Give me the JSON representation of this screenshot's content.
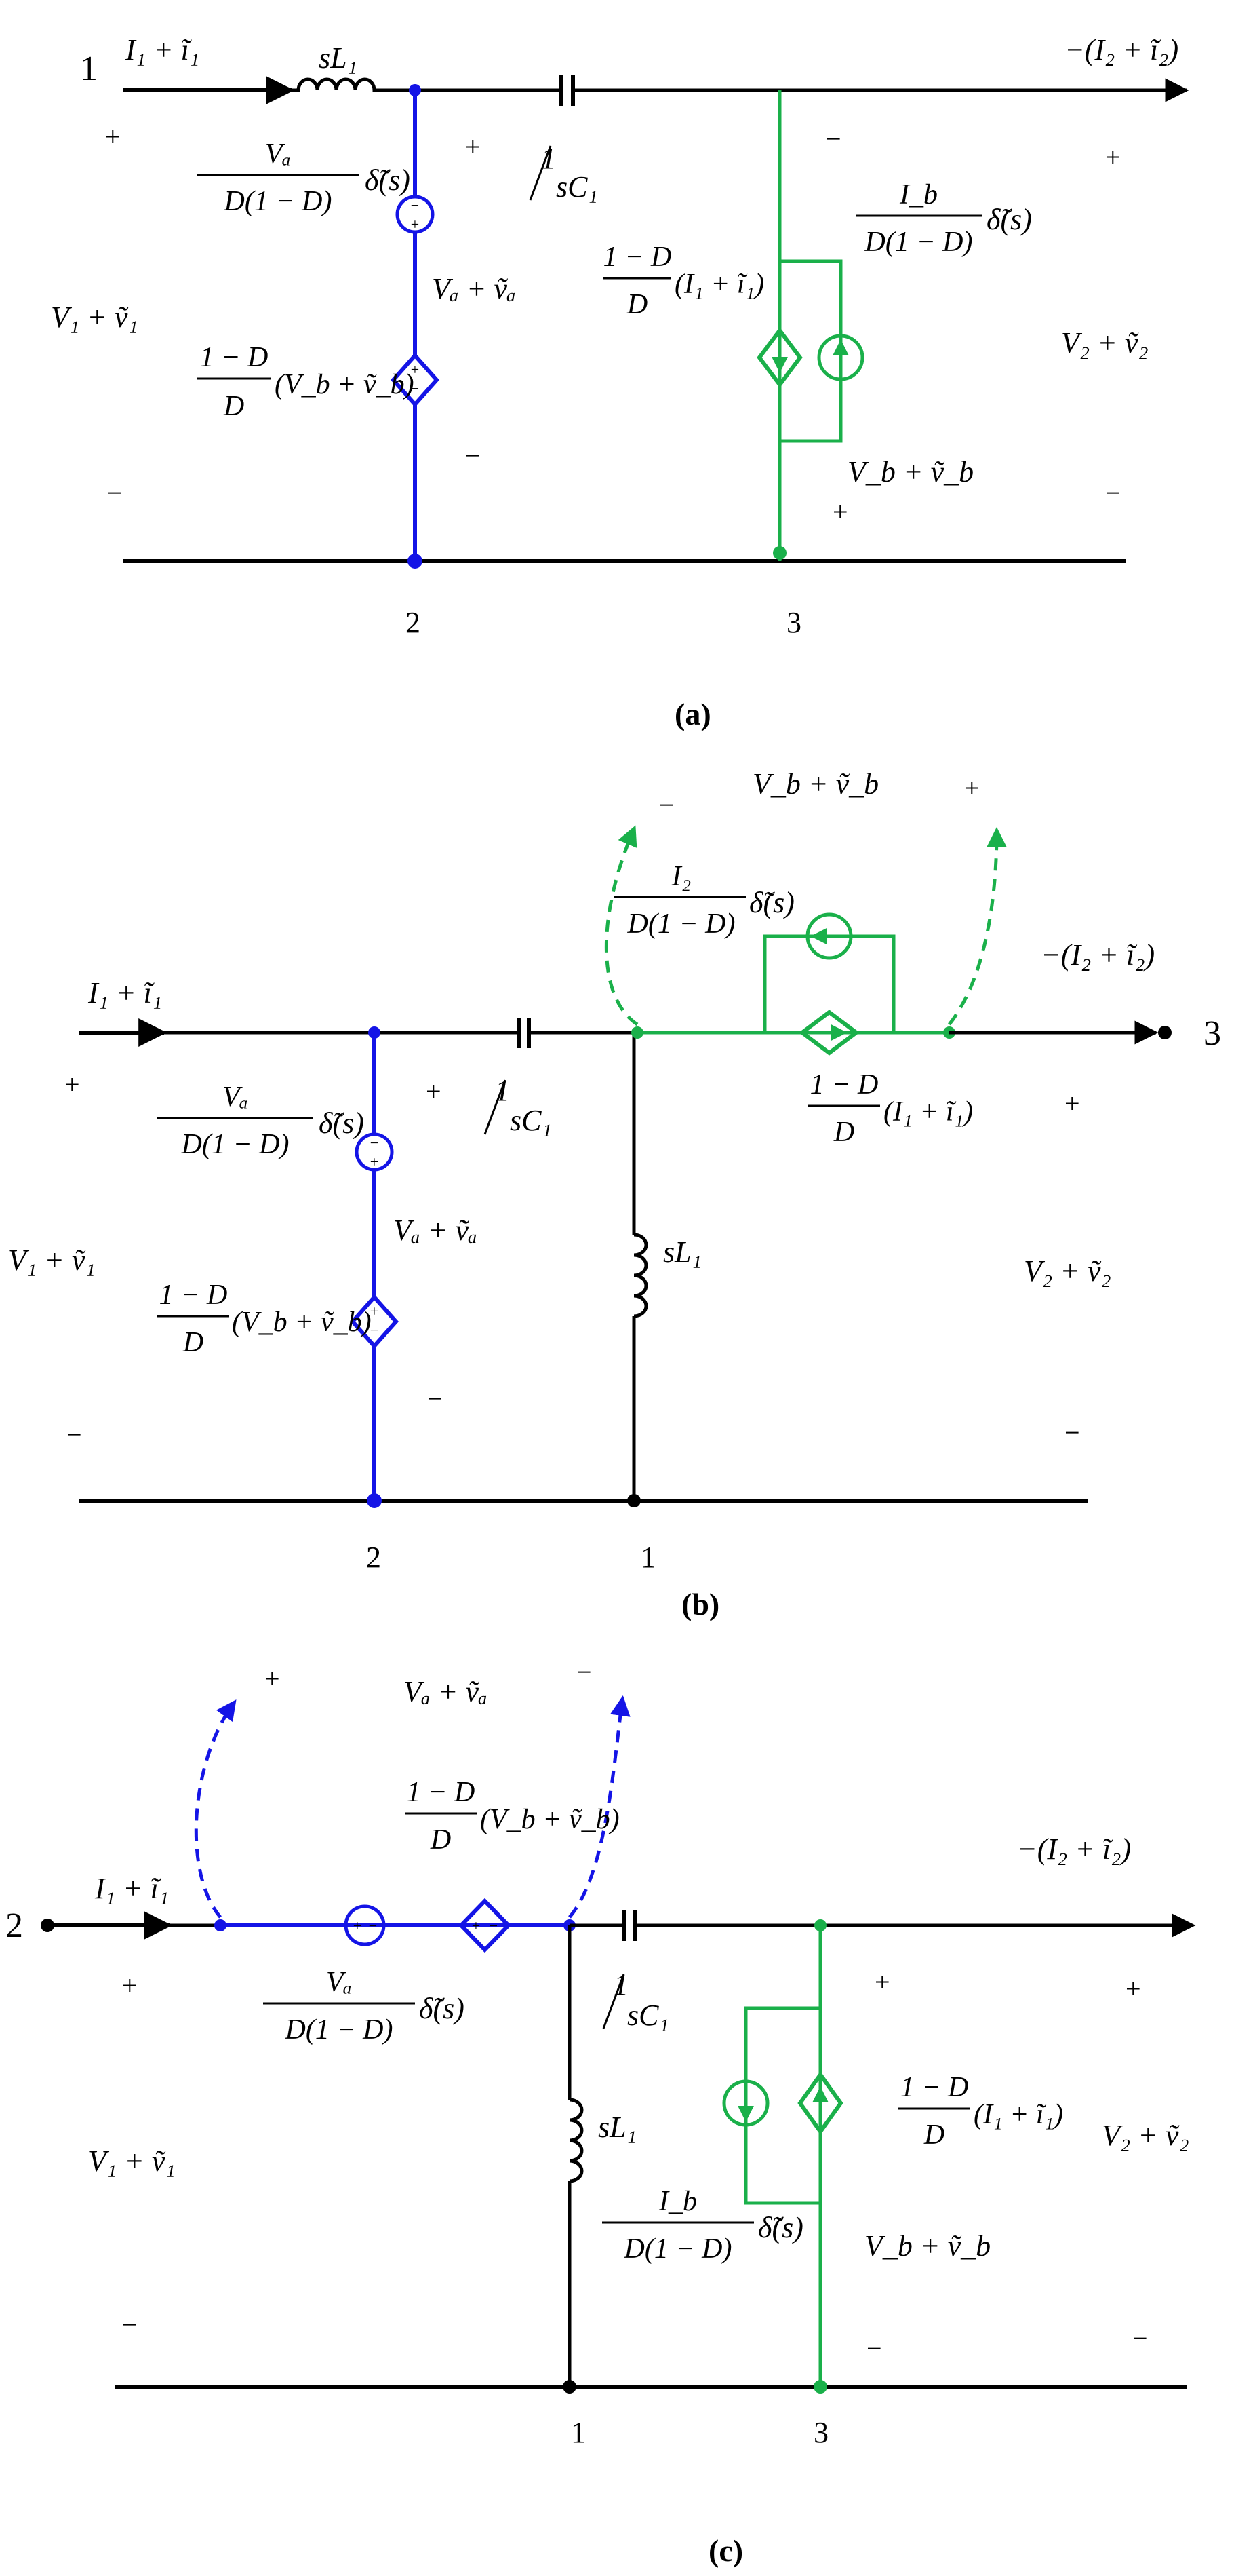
{
  "colors": {
    "wire": "#000000",
    "blue": "#1414e6",
    "green": "#1ab04a"
  },
  "a": {
    "caption": "(a)",
    "nodes": {
      "n1": "1",
      "n2": "2",
      "n3": "3"
    },
    "i_in": "I₁ + ĩ₁",
    "i_out": "−(I₂ + ĩ₂)",
    "inductor": "sL₁",
    "cap_num": "1",
    "cap_den": "sC₁",
    "v_in": "V₁ + ṽ₁",
    "v_out": "V₂ + ṽ₂",
    "va": "Vₐ + ṽₐ",
    "vb": "V_b + ṽ_b",
    "src_va_num": "Vₐ",
    "src_va_den": "D(1 − D)",
    "src_va_tail": "δ̃(s)",
    "src_dep_num": "1 − D",
    "src_dep_den": "D",
    "src_dep_tail": "(V_b + ṽ_b)",
    "src_ib_num": "I_b",
    "src_ib_den": "D(1 − D)",
    "src_ib_tail": "δ̃(s)",
    "src_ig_num": "1 − D",
    "src_ig_den": "D",
    "src_ig_tail": "(I₁ + ĩ₁)",
    "plus": "+",
    "minus": "−"
  },
  "b": {
    "caption": "(b)",
    "nodes": {
      "n1": "1",
      "n2": "2",
      "n3": "3"
    },
    "i_in": "I₁ + ĩ₁",
    "i_out": "−(I₂ + ĩ₂)",
    "inductor": "sL₁",
    "cap_num": "1",
    "cap_den": "sC₁",
    "v_in": "V₁ + ṽ₁",
    "v_out": "V₂ + ṽ₂",
    "va": "Vₐ + ṽₐ",
    "vb": "V_b + ṽ_b",
    "src_va_num": "Vₐ",
    "src_va_den": "D(1 − D)",
    "src_va_tail": "δ̃(s)",
    "src_dep_num": "1 − D",
    "src_dep_den": "D",
    "src_dep_tail": "(V_b + ṽ_b)",
    "src_i2_num": "I₂",
    "src_i2_den": "D(1 − D)",
    "src_i2_tail": "δ̃(s)",
    "src_ig_num": "1 − D",
    "src_ig_den": "D",
    "src_ig_tail": "(I₁ + ĩ₁)",
    "plus": "+",
    "minus": "−"
  },
  "c": {
    "caption": "(c)",
    "nodes": {
      "n1": "1",
      "n2": "2",
      "n3": "3"
    },
    "i_in": "I₁ + ĩ₁",
    "i_out": "−(I₂ + ĩ₂)",
    "inductor": "sL₁",
    "cap_num": "1",
    "cap_den": "sC₁",
    "v_in": "V₁ + ṽ₁",
    "v_out": "V₂ + ṽ₂",
    "va": "Vₐ + ṽₐ",
    "vb": "V_b + ṽ_b",
    "src_va_num": "Vₐ",
    "src_va_den": "D(1 − D)",
    "src_va_tail": "δ̃(s)",
    "src_dep_num": "1 − D",
    "src_dep_den": "D",
    "src_dep_tail": "(V_b + ṽ_b)",
    "src_ib_num": "I_b",
    "src_ib_den": "D(1 − D)",
    "src_ib_tail": "δ̃(s)",
    "src_ig_num": "1 − D",
    "src_ig_den": "D",
    "src_ig_tail": "(I₁ + ĩ₁)",
    "plus": "+",
    "minus": "−"
  }
}
